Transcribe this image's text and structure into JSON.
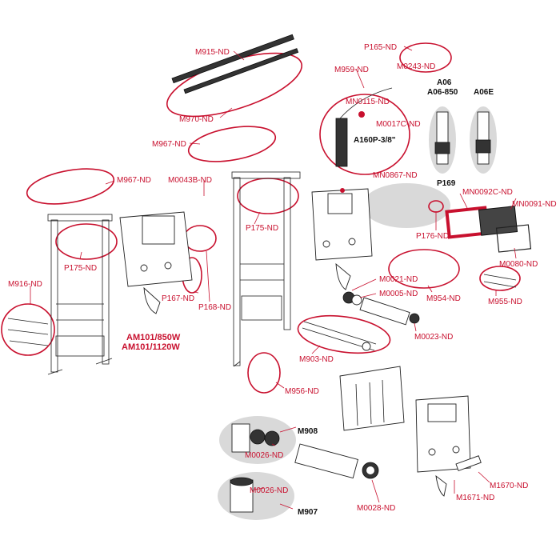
{
  "product_labels": [
    "AM101/850W",
    "AM101/1120W"
  ],
  "labels": {
    "M915": "M915-ND",
    "M970": "M970-ND",
    "M967a": "M967-ND",
    "M967b": "M967-ND",
    "M959": "M959-ND",
    "MN0115": "MN0115-ND",
    "M0017C": "M0017C-ND",
    "A160P": "A160P-3/8\"",
    "P165": "P165-ND",
    "M0243": "M0243-ND",
    "A06": "A06",
    "A06_850": "A06-850",
    "A06E": "A06E",
    "M0043B": "M0043B-ND",
    "P175a": "P175-ND",
    "P175b": "P175-ND",
    "M916": "M916-ND",
    "P167": "P167-ND",
    "P168": "P168-ND",
    "MN0867": "MN0867-ND",
    "P169": "P169",
    "MN0092C": "MN0092C-ND",
    "MN0091": "MN0091-ND",
    "P176": "P176-ND",
    "M0080": "M0080-ND",
    "M0021": "M0021-ND",
    "M0005": "M0005-ND",
    "M954": "M954-ND",
    "M955": "M955-ND",
    "M0023": "M0023-ND",
    "M903": "M903-ND",
    "M956": "M956-ND",
    "M908": "M908",
    "M0026a": "M0026-ND",
    "M0026b": "M0026-ND",
    "M907": "M907",
    "M0028": "M0028-ND",
    "M1670": "M1670-ND",
    "M1671": "M1671-ND"
  },
  "colors": {
    "accent": "#c8102e",
    "line": "#222222",
    "highlight": "#d9d9d9"
  }
}
